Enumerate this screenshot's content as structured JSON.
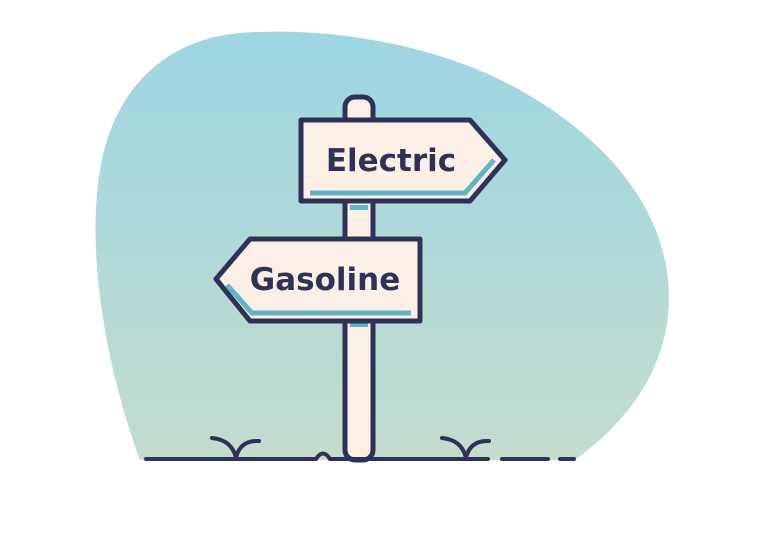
{
  "signs": {
    "top": {
      "label": "Electric"
    },
    "bottom": {
      "label": "Gasoline"
    }
  },
  "colors": {
    "sky_top": "#9dd6e3",
    "sky_bottom": "#c3ddce",
    "outline": "#2e3256",
    "sign_fill": "#fcefe6",
    "sign_edge": "#5fb5c7",
    "pole_fill": "#fcefe6"
  },
  "icons": [
    "signpost",
    "grass-sprout",
    "ground-line"
  ]
}
